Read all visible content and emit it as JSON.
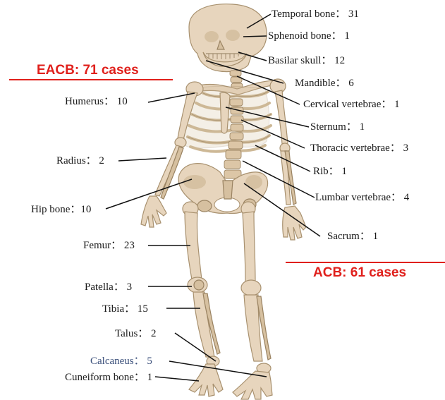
{
  "groups": {
    "eacb": {
      "title": "EACB: 71 cases",
      "color": "#e0201c"
    },
    "acb": {
      "title": "ACB: 61 cases",
      "color": "#e0201c"
    }
  },
  "labels": {
    "temporal": "Temporal bone： 31",
    "sphenoid": "Sphenoid bone： 1",
    "basilar": "Basilar skull： 12",
    "mandible": "Mandible： 6",
    "cervical": "Cervical vertebrae： 1",
    "sternum": "Sternum： 1",
    "thoracic": "Thoracic vertebrae： 3",
    "rib": "Rib： 1",
    "lumbar": "Lumbar vertebrae： 4",
    "sacrum": "Sacrum： 1",
    "humerus": "Humerus： 10",
    "radius": "Radius： 2",
    "hip": "Hip bone：10",
    "femur": "Femur： 23",
    "patella": "Patella： 3",
    "tibia": "Tibia： 15",
    "talus": "Talus： 2",
    "calcaneus": "Calcaneus： 5",
    "cuneiform": "Cuneiform bone： 1"
  }
}
